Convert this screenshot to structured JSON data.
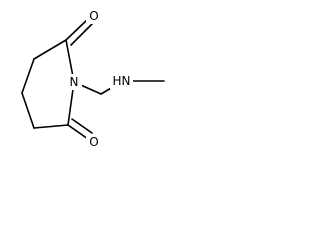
{
  "molecule": {
    "atoms": {
      "n": "N",
      "nh": "HN",
      "o_top": "O",
      "o_bottom": "O"
    },
    "colors": {
      "bond": "#000000",
      "background": "#ffffff"
    }
  }
}
